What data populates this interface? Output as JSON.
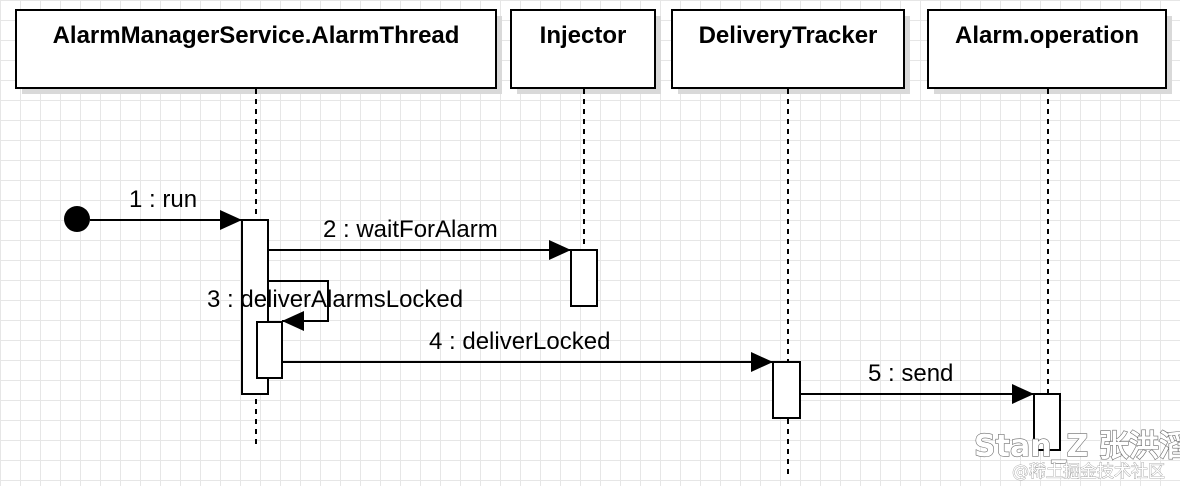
{
  "participants": [
    {
      "id": "thread",
      "title": "AlarmManagerService.AlarmThread"
    },
    {
      "id": "injector",
      "title": "Injector"
    },
    {
      "id": "tracker",
      "title": "DeliveryTracker"
    },
    {
      "id": "operation",
      "title": "Alarm.operation"
    }
  ],
  "messages": [
    {
      "id": "m1",
      "label": "1 : run",
      "from": "initial",
      "to": "thread"
    },
    {
      "id": "m2",
      "label": "2 : waitForAlarm",
      "from": "thread",
      "to": "injector"
    },
    {
      "id": "m3",
      "label": "3 : deliverAlarmsLocked",
      "from": "thread",
      "to": "thread"
    },
    {
      "id": "m4",
      "label": "4 : deliverLocked",
      "from": "thread",
      "to": "tracker"
    },
    {
      "id": "m5",
      "label": "5 : send",
      "from": "tracker",
      "to": "operation"
    }
  ],
  "watermark": {
    "main": "Stan_Z 张洪滔",
    "sub": "@稀土掘金技术社区"
  },
  "colors": {
    "line": "#000000",
    "grid": "#e6e6e6",
    "box_fill": "#ffffff",
    "shadow": "#d9d9d9"
  }
}
